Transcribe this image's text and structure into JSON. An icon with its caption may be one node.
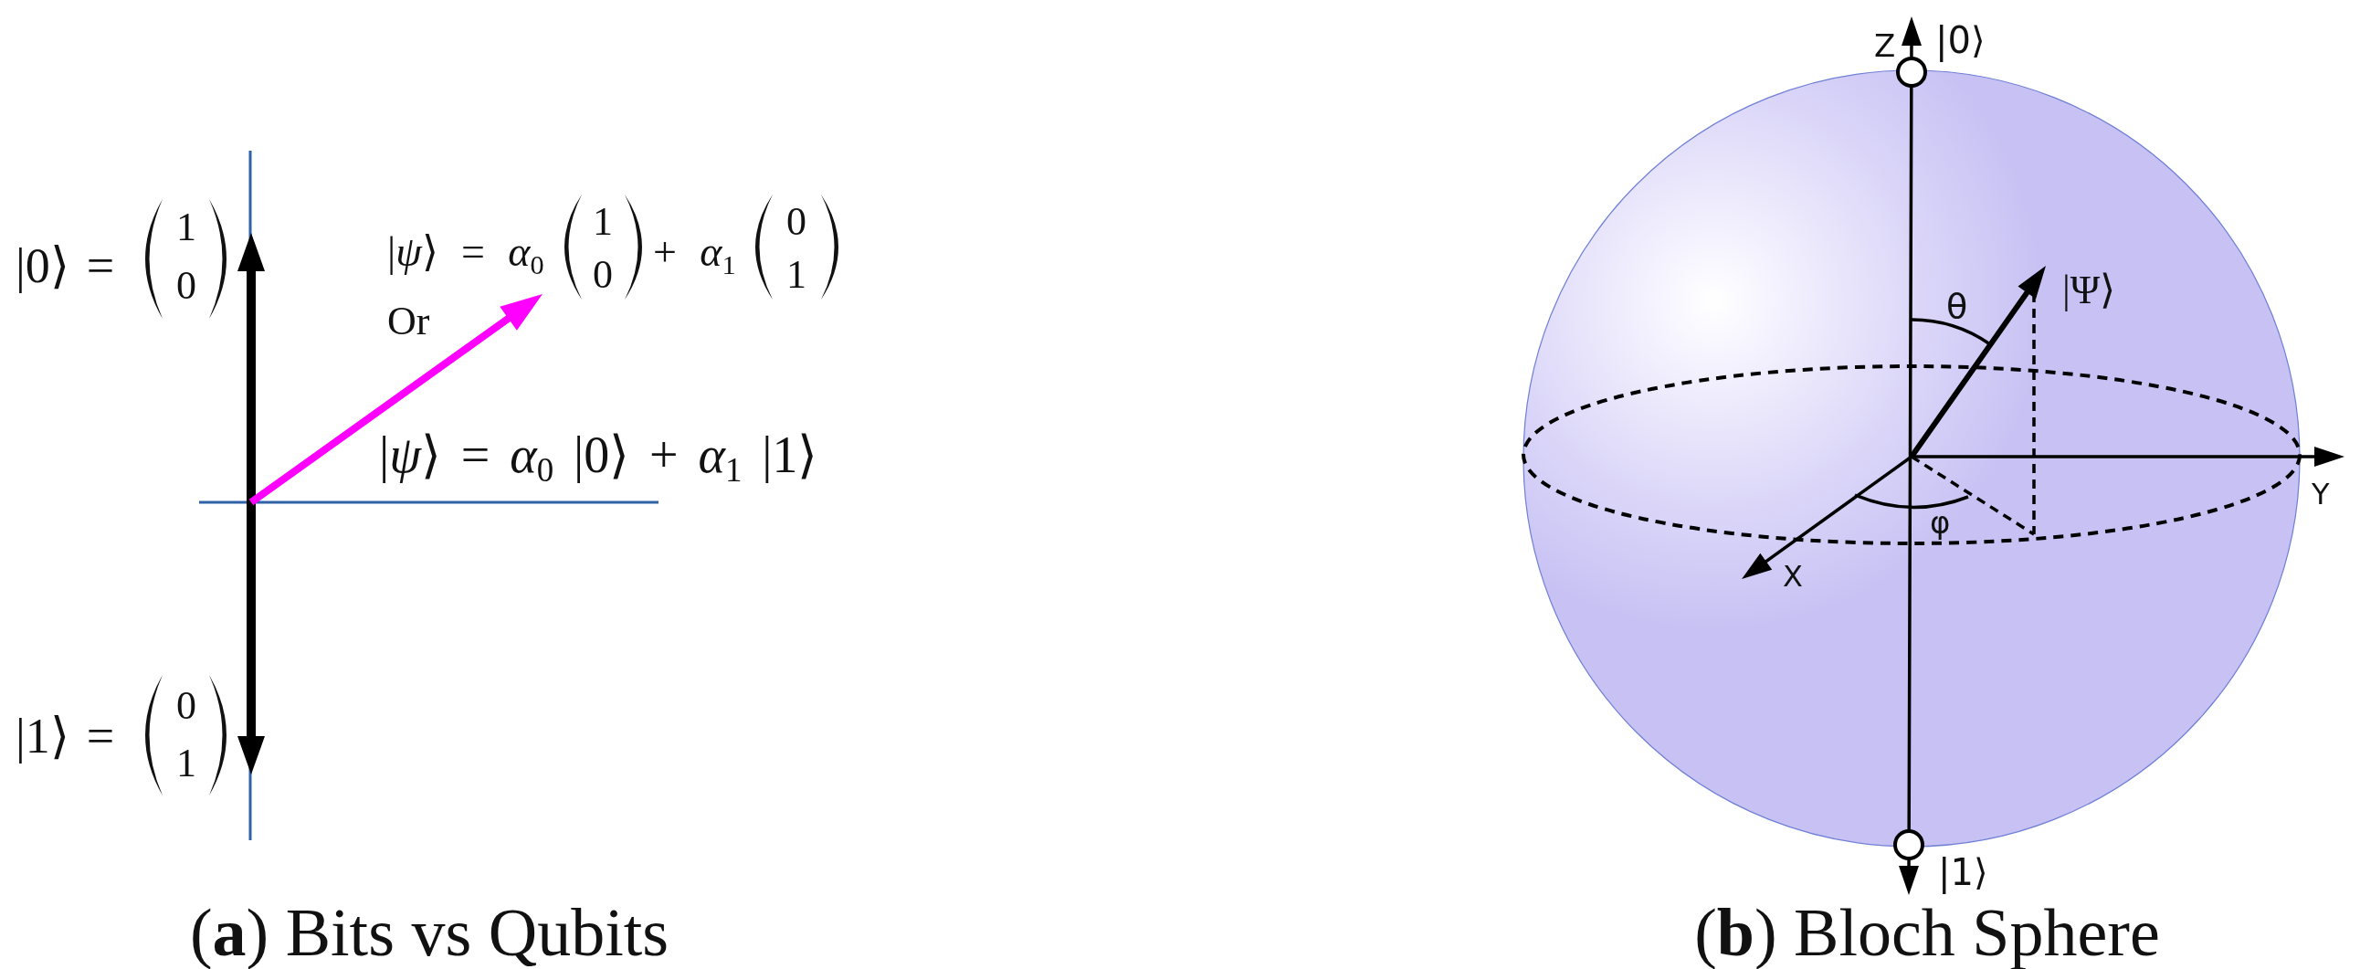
{
  "diagram": {
    "labels": [
      "|0⟩ =",
      "1",
      "0",
      "|*ψ*⟩ = *α*$_{0}$",
      "1",
      "0",
      "+ *α*$_{1}$",
      "0",
      "1",
      "Or",
      "|*ψ*⟩ = *α*$_{0}$ |0⟩ + *α*$_{1}$ |1⟩",
      "|1⟩ =",
      "0",
      "1",
      "(**a**) Bits vs Qubits",
      "Z",
      "|0⟩",
      "θ",
      "|Ψ⟩",
      "Y",
      "φ",
      "X",
      "|1⟩",
      "(**b**) Bloch Sphere"
    ]
  }
}
